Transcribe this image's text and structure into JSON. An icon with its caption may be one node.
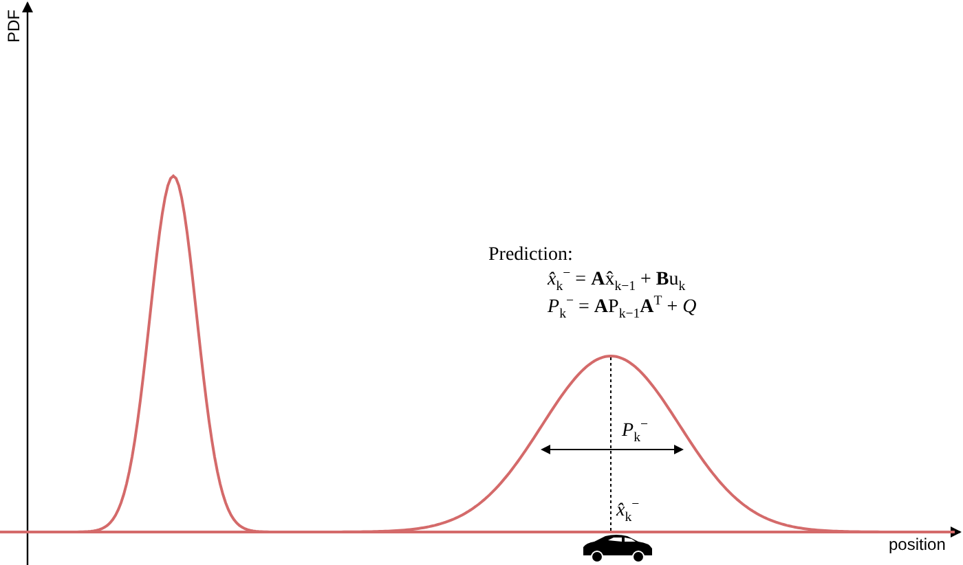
{
  "diagram": {
    "labels": [
      "PDF",
      "Prediction:",
      "*x̂*$_{k}$$^{−}$ = **A**x̂$_{k−1}$ + **B**u$_{k}$",
      "*P*$_{k}$$^{−}$ = **A**P$_{k−1}$**A**$^{T}$ + *Q*",
      "*P*$_{k}$$^{−}$",
      "*x̂*$_{k}$$^{−}$",
      "position"
    ]
  }
}
